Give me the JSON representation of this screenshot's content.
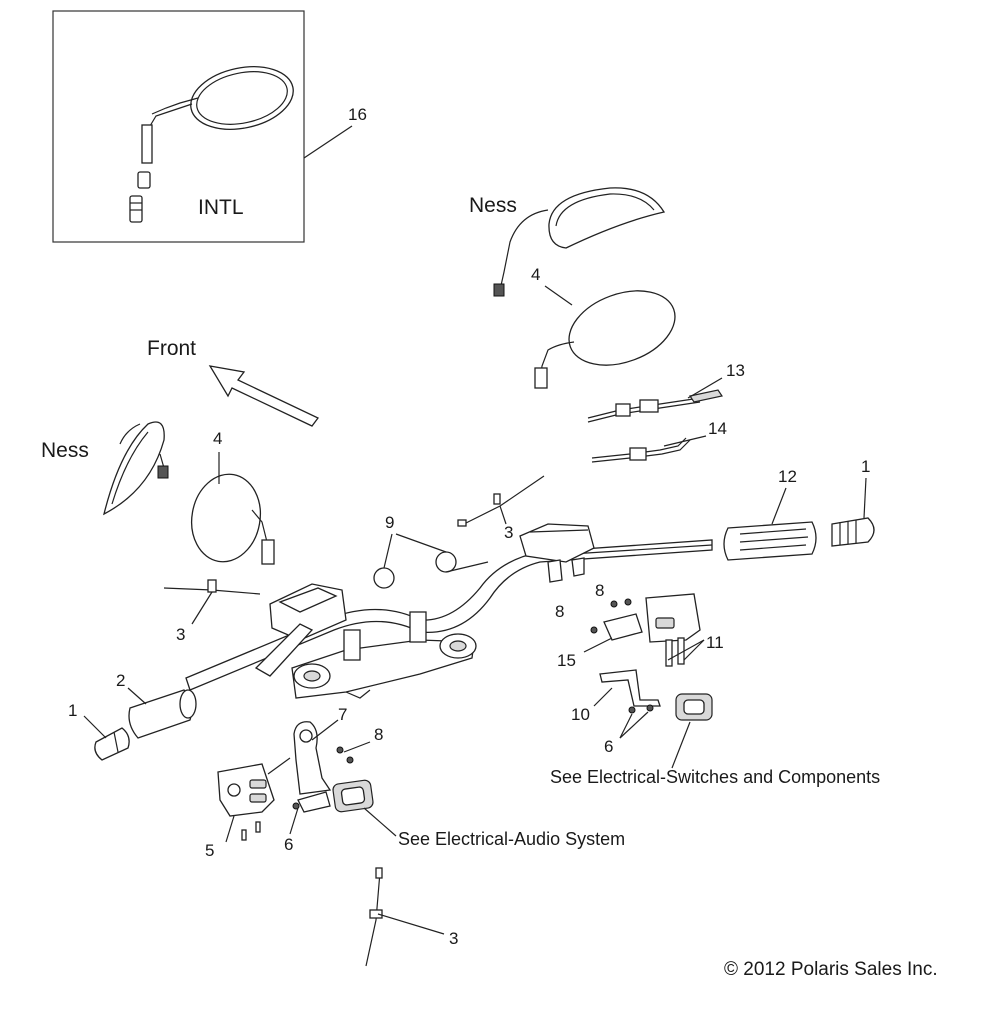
{
  "callouts": {
    "c16": "16",
    "c4_top": "4",
    "c13": "13",
    "c14": "14",
    "c4_left": "4",
    "c9": "9",
    "c3_mid": "3",
    "c12": "12",
    "c1_right": "1",
    "c3_left": "3",
    "c8_a": "8",
    "c8_b": "8",
    "c11": "11",
    "c15": "15",
    "c2": "2",
    "c1_left": "1",
    "c7": "7",
    "c8_c": "8",
    "c10": "10",
    "c6_right": "6",
    "c5": "5",
    "c6_left": "6",
    "c3_bottom": "3"
  },
  "labels": {
    "intl": "INTL",
    "ness_top": "Ness",
    "ness_left": "Ness",
    "front": "Front"
  },
  "notes": {
    "switches": "See Electrical-Switches and Components",
    "audio": "See Electrical-Audio System"
  },
  "copyright": "© 2012 Polaris Sales Inc."
}
